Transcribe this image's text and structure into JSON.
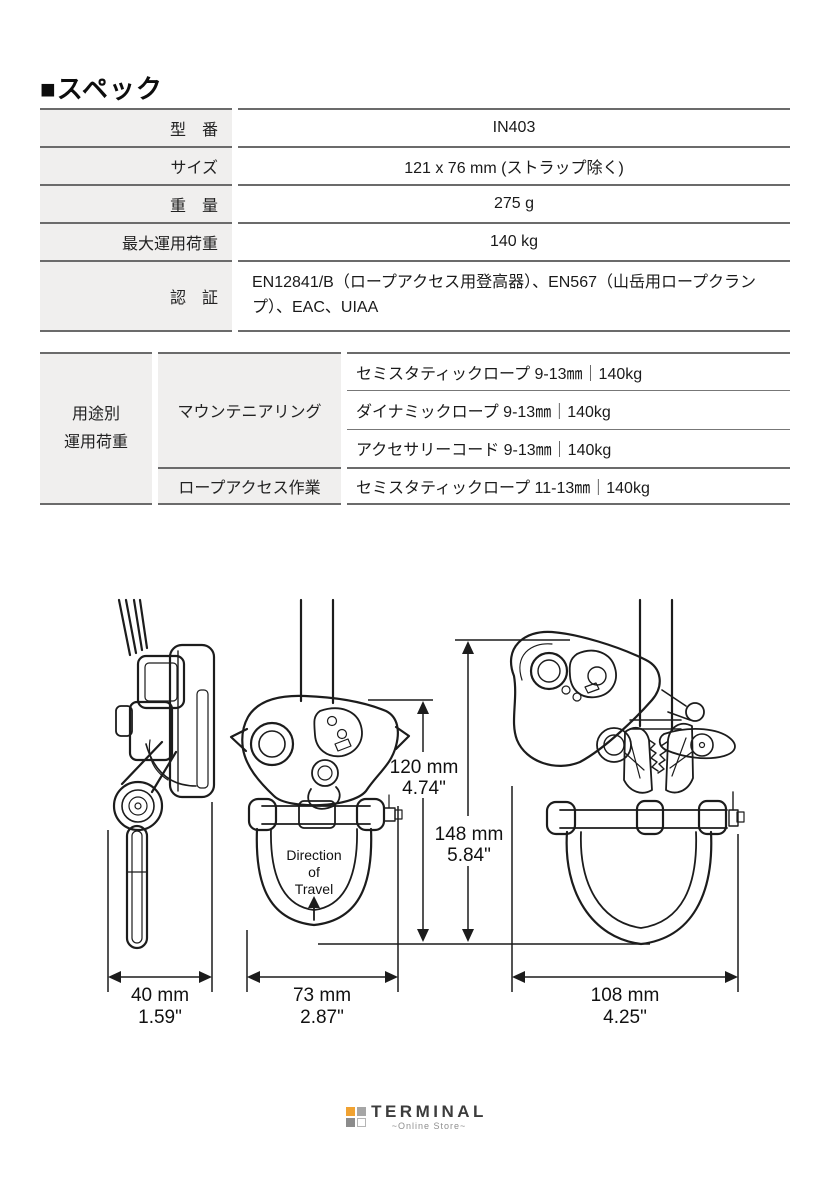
{
  "page": {
    "title": "■スペック"
  },
  "spec_table": {
    "rows": [
      {
        "label": "型　番",
        "value": "IN403"
      },
      {
        "label": "サイズ",
        "value": "121 x 76 mm (ストラップ除く)"
      },
      {
        "label": "重　量",
        "value": "275 g"
      },
      {
        "label": "最大運用荷重",
        "value": "140 kg"
      },
      {
        "label": "認　証",
        "value": "EN12841/B（ロープアクセス用登高器）、EN567（山岳用ロープクランプ）、EAC、UIAA"
      }
    ]
  },
  "load_table": {
    "header_line1": "用途別",
    "header_line2": "運用荷重",
    "groups": [
      {
        "category": "マウンテニアリング",
        "items": [
          "セミスタティックロープ 9-13㎜｜140kg",
          "ダイナミックロープ 9-13㎜｜140kg",
          "アクセサリーコード 9-13㎜｜140kg"
        ]
      },
      {
        "category": "ロープアクセス作業",
        "items": [
          "セミスタティックロープ 11-13㎜｜140kg"
        ]
      }
    ]
  },
  "diagram": {
    "dims": {
      "side_width_mm": "40 mm",
      "side_width_in": "1.59\"",
      "front_width_mm": "73 mm",
      "front_width_in": "2.87\"",
      "open_width_mm": "108 mm",
      "open_width_in": "4.25\"",
      "body_height_mm": "120 mm",
      "body_height_in": "4.74\"",
      "total_height_mm": "148 mm",
      "total_height_in": "5.84\""
    },
    "direction_label": {
      "l1": "Direction",
      "l2": "of",
      "l3": "Travel"
    }
  },
  "footer_logo": {
    "name": "TERMINAL",
    "tagline": "~Online Store~",
    "colors": {
      "orange": "#f0a232",
      "gray_light": "#a6a6a6",
      "gray_dark": "#8c8c8c",
      "table_header_bg": "#f0efee",
      "table_border": "#6b6b6b"
    }
  }
}
